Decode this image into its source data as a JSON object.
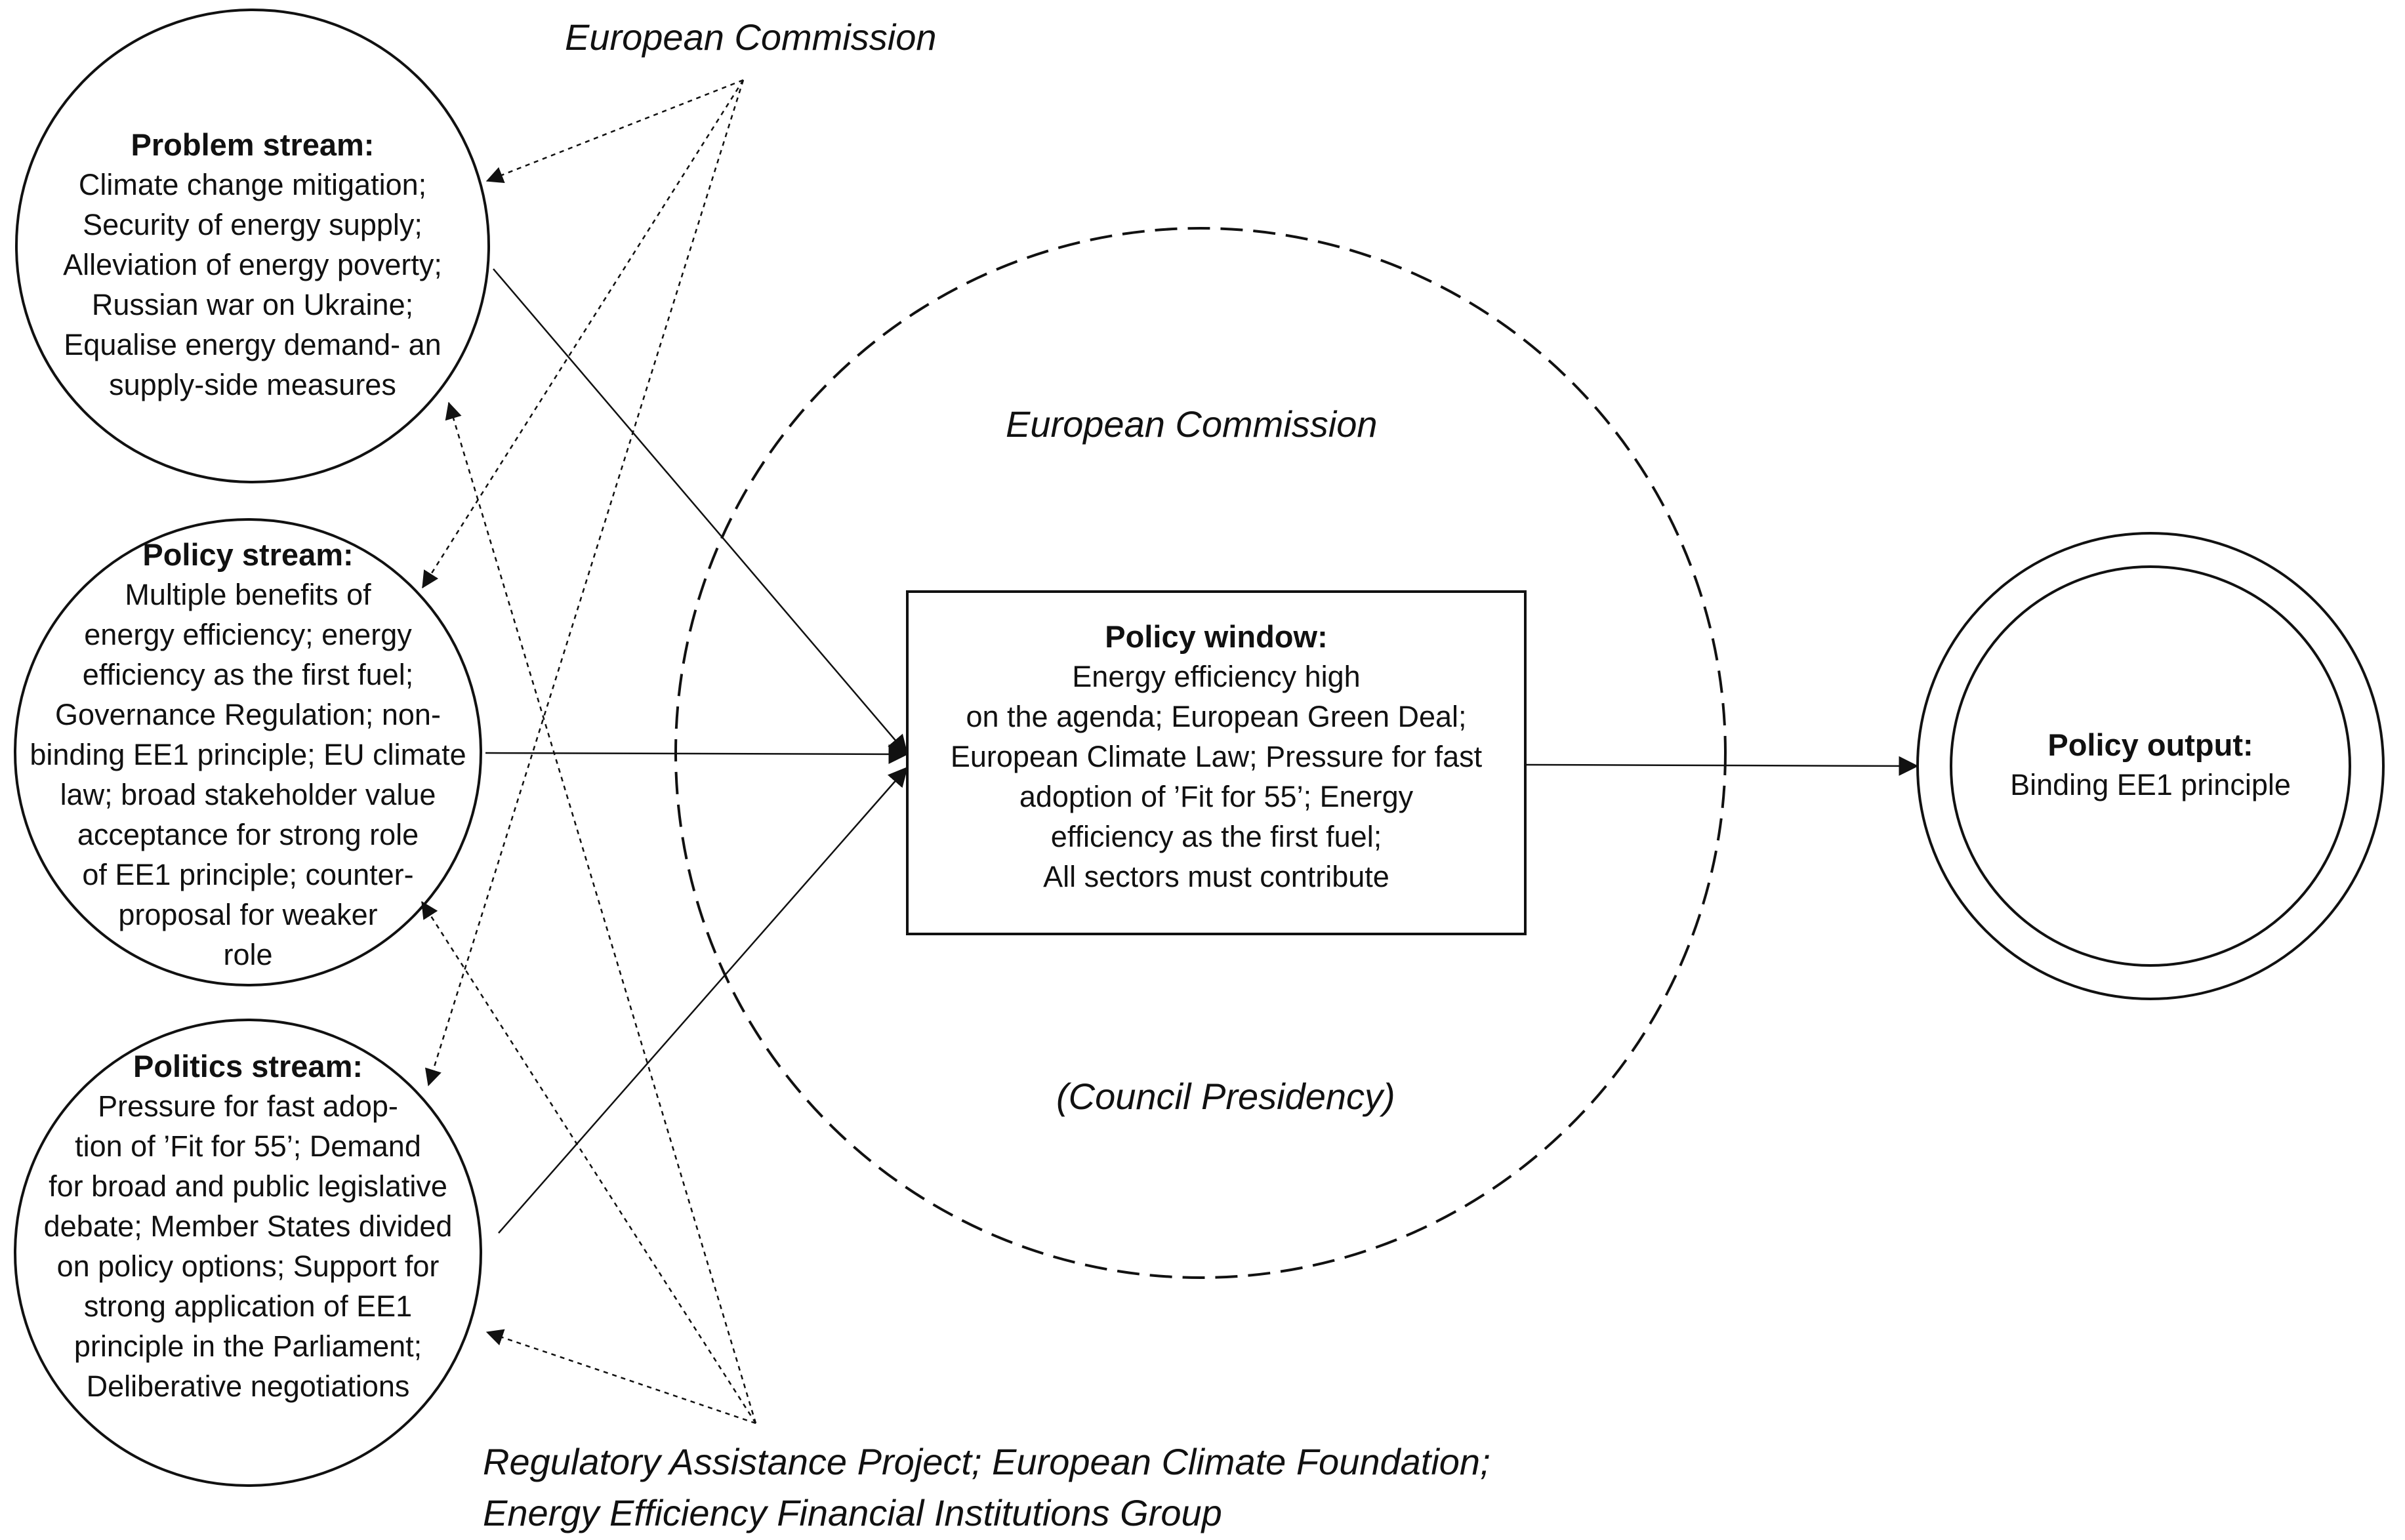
{
  "actors": {
    "top": "European Commission",
    "center": "European Commission",
    "center_bottom": "(Council Presidency)",
    "bottom": "Regulatory Assistance Project; European Climate Foundation;\nEnergy Efficiency Financial Institutions Group"
  },
  "problem_stream": {
    "title": "Problem stream:",
    "body": "Climate change mitigation;\nSecurity of energy supply;\nAlleviation of energy poverty;\nRussian war on Ukraine;\nEqualise energy demand- an\nsupply-side measures"
  },
  "policy_stream": {
    "title": "Policy stream:",
    "body": "Multiple benefits of\nenergy efficiency; energy\nefficiency as the first fuel;\nGovernance Regulation; non-\nbinding EE1 principle; EU climate\nlaw; broad stakeholder value\nacceptance for strong role\nof EE1 principle; counter-\nproposal for weaker\nrole"
  },
  "politics_stream": {
    "title": "Politics stream:",
    "body": "Pressure for fast adop-\ntion of ’Fit for 55’; Demand\nfor broad and public legislative\ndebate; Member States divided\non policy options; Support for\nstrong application of EE1\nprinciple in the Parliament;\nDeliberative negotiations"
  },
  "policy_window": {
    "title": "Policy window:",
    "body": "Energy efficiency high\non the agenda; European Green Deal;\nEuropean Climate Law; Pressure for fast\nadoption of ’Fit for 55’; Energy\nefficiency as the first fuel;\nAll sectors must contribute"
  },
  "policy_output": {
    "title": "Policy output:",
    "body": "Binding EE1 principle"
  },
  "colors": {
    "stroke": "#111111",
    "background": "#ffffff"
  }
}
